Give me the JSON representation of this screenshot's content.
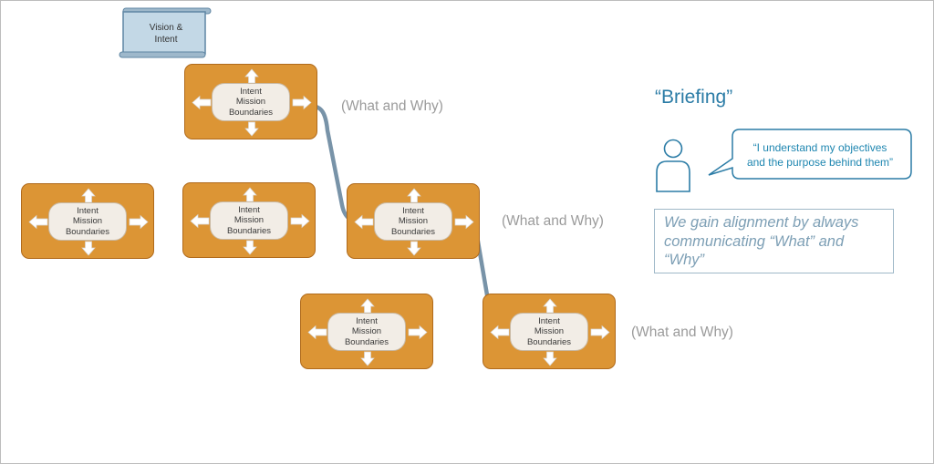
{
  "vision": {
    "line1": "Vision &",
    "line2": "Intent"
  },
  "node_lines": [
    "Intent",
    "Mission",
    "Boundaries"
  ],
  "nodes": [
    {
      "id": "top-center"
    },
    {
      "id": "middle-left"
    },
    {
      "id": "middle-center"
    },
    {
      "id": "middle-right"
    },
    {
      "id": "bottom-left"
    },
    {
      "id": "bottom-right"
    }
  ],
  "labels": {
    "what_why_1": "(What and Why)",
    "what_why_2": "(What and Why)",
    "what_why_3": "(What and Why)"
  },
  "briefing": {
    "title": "“Briefing”",
    "bubble_line1": "“I understand my objectives",
    "bubble_line2": "and the purpose behind them”",
    "callout": "We gain alignment by always communicating “What” and “Why”"
  },
  "colors": {
    "node_fill": "#dc9535",
    "pill_fill": "#f2ede6",
    "connector": "#7893a8",
    "briefing_blue": "#2b7ca6",
    "callout_text": "#7d9fb5",
    "label_gray": "#9b9b9b"
  }
}
